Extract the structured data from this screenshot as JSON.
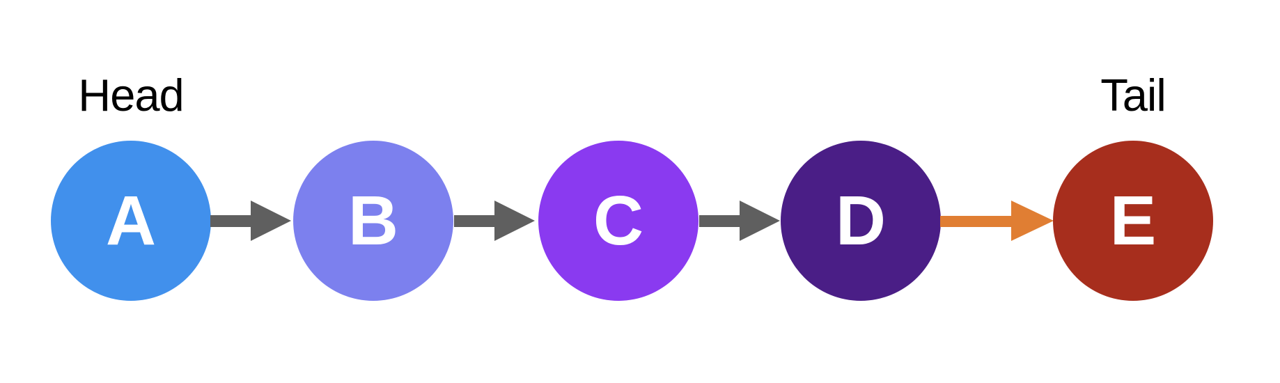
{
  "diagram": {
    "background_color": "#FFFFFF",
    "head_label": "Head",
    "tail_label": "Tail",
    "nodes": [
      {
        "label": "A",
        "color": "#4190EC",
        "text_color": "#FFFFFF"
      },
      {
        "label": "B",
        "color": "#7C80EE",
        "text_color": "#FFFFFF"
      },
      {
        "label": "C",
        "color": "#8A3AF0",
        "text_color": "#FFFFFF"
      },
      {
        "label": "D",
        "color": "#4A1E86",
        "text_color": "#FFFFFF"
      },
      {
        "label": "E",
        "color": "#A72E1D",
        "text_color": "#FFFFFF"
      }
    ],
    "edges": [
      {
        "from": "A",
        "to": "B",
        "color": "#5F5F5F"
      },
      {
        "from": "B",
        "to": "C",
        "color": "#5F5F5F"
      },
      {
        "from": "C",
        "to": "D",
        "color": "#5F5F5F"
      },
      {
        "from": "D",
        "to": "E",
        "color": "#E07E33"
      }
    ]
  }
}
